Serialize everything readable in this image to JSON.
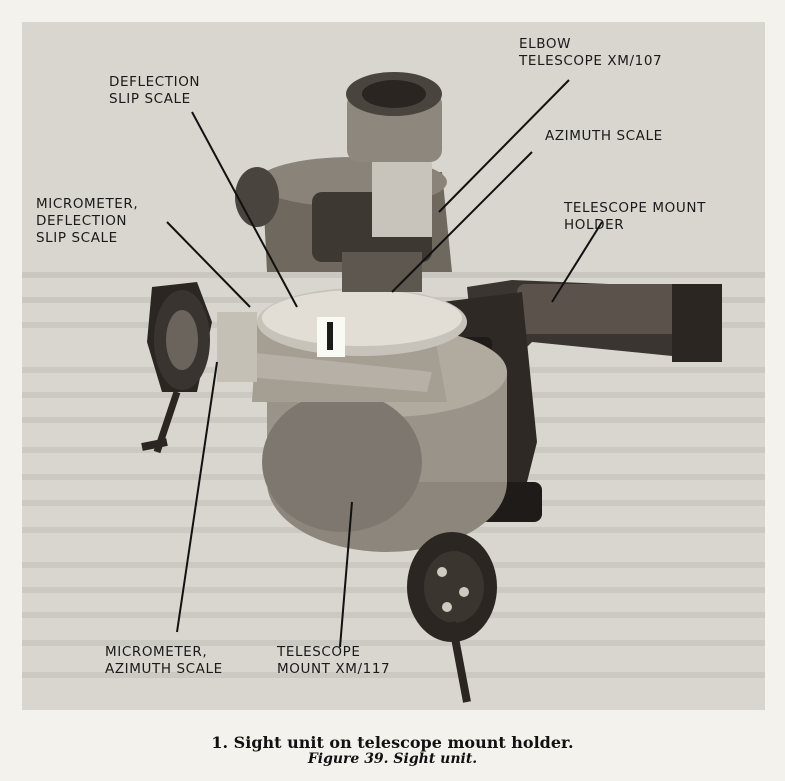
{
  "labels": {
    "elbow_telescope": "ELBOW\nTELESCOPE XM/107",
    "deflection_slip_scale": "DEFLECTION\nSLIP SCALE",
    "azimuth_scale": "AZIMUTH SCALE",
    "micrometer_deflection": "MICROMETER,\nDEFLECTION\nSLIP SCALE",
    "telescope_mount_holder": "TELESCOPE MOUNT\nHOLDER",
    "micrometer_azimuth": "MICROMETER,\nAZIMUTH SCALE",
    "telescope_mount": "TELESCOPE\nMOUNT XM/117"
  },
  "caption": {
    "main": "1.   Sight unit on telescope mount holder.",
    "figure": "Figure 39.   Sight unit."
  }
}
